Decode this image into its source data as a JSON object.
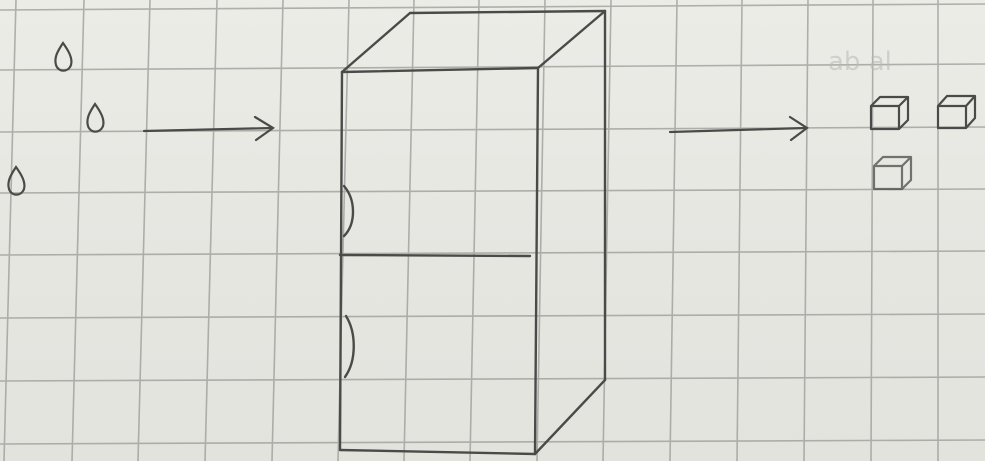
{
  "paper": {
    "background": "#e9e9e4",
    "grid_color": "#9a9a96",
    "ink_color": "#4a4a48",
    "faded_ink_color": "#b9b9b5"
  },
  "diagram": {
    "inputs": {
      "count": 3,
      "icon": "water-drop-icon"
    },
    "arrows": {
      "count": 2,
      "icon": "arrow-right-icon"
    },
    "machine": {
      "icon": "freezer-box-icon",
      "door_handles": 2,
      "shelves": 1
    },
    "outputs": {
      "count": 3,
      "icon": "ice-cube-icon"
    },
    "faded_text": "ab al"
  }
}
